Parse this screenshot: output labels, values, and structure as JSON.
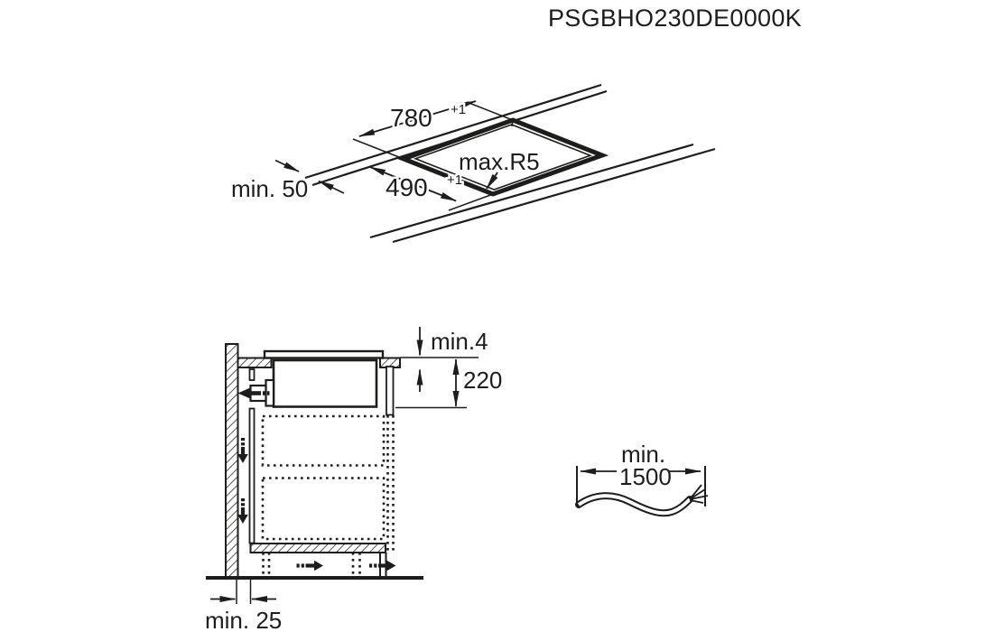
{
  "title": "PSGBHO230DE0000K",
  "colors": {
    "ink": "#1d1d1b",
    "background": "#ffffff"
  },
  "cutout_diagram": {
    "description": "worktop cutout perspective view",
    "width": {
      "value": "780",
      "tolerance": "+1"
    },
    "depth": {
      "value": "490",
      "tolerance": "+1"
    },
    "corner_radius": "max.R5",
    "rear_edge_clearance": "min. 50"
  },
  "section_diagram": {
    "description": "cabinet side section with airflow arrows",
    "surface_gap": "min.4",
    "installation_depth": "220",
    "wall_clearance": "min. 25"
  },
  "cable_diagram": {
    "description": "mains cable length",
    "prefix": "min.",
    "length": "1500"
  }
}
